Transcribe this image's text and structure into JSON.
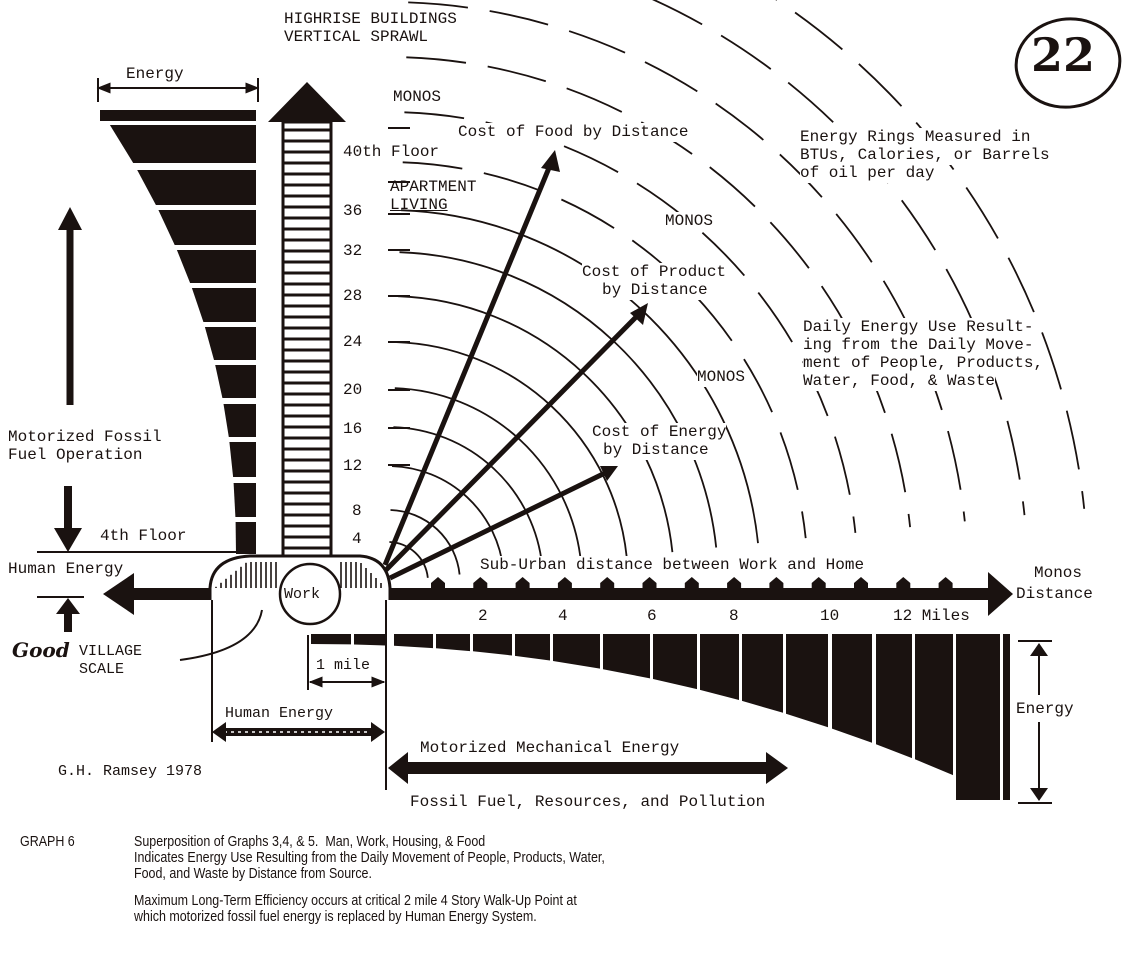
{
  "page_number": "22",
  "highrise": {
    "title_line1": "HIGHRISE BUILDINGS",
    "title_line2": "VERTICAL SPRAWL",
    "monos_top": "MONOS",
    "floor_top": "40th Floor",
    "apartment_line1": "APARTMENT",
    "apartment_line2": "LIVING",
    "floor_labels": [
      "36",
      "32",
      "28",
      "24",
      "20",
      "16",
      "12",
      "8",
      "4"
    ],
    "fourth_floor": "4th Floor"
  },
  "left_panel": {
    "energy_label": "Energy",
    "motorized_line1": "Motorized Fossil",
    "motorized_line2": "Fuel Operation",
    "human_energy": "Human Energy",
    "handwritten_word": "Good",
    "village_line1": "VILLAGE",
    "village_line2": "SCALE"
  },
  "rays": {
    "food": "Cost of Food by Distance",
    "product_line1": "Cost of Product",
    "product_line2": "by Distance",
    "energy_line1": "Cost of Energy",
    "energy_line2": "by Distance",
    "monos_mid": "MONOS",
    "monos_low": "MONOS"
  },
  "rings_note": {
    "line1": "Energy Rings Measured in",
    "line2": "BTUs, Calories, or Barrels",
    "line3": "of oil per day"
  },
  "daily_note": {
    "line1": "Daily Energy Use Result-",
    "line2": "ing from the Daily Move-",
    "line3": "ment of People, Products,",
    "line4": "Water, Food, & Waste"
  },
  "axis": {
    "suburban_label": "Sub-Urban distance between Work and Home",
    "work_label": "Work",
    "monos_distance_line1": "Monos",
    "monos_distance_line2": "Distance",
    "tick_labels": [
      "2",
      "4",
      "6",
      "8",
      "10",
      "12 Miles"
    ],
    "house_count": 13
  },
  "bottom": {
    "one_mile": "1 mile",
    "human_energy": "Human Energy",
    "motorized_mechanical": "Motorized Mechanical Energy",
    "fossil_fuel": "Fossil Fuel, Resources, and Pollution",
    "energy_label": "Energy",
    "author": "G.H. Ramsey 1978"
  },
  "caption": {
    "label": "GRAPH 6",
    "line1": "Superposition of Graphs 3,4, & 5.  Man, Work, Housing, & Food",
    "line2": "Indicates Energy Use Resulting from the Daily Movement of People, Products, Water,",
    "line3": "Food, and Waste by Distance from Source.",
    "line4": "Maximum Long-Term Efficiency occurs at critical 2 mile 4 Story Walk-Up Point at",
    "line5": "which motorized fossil fuel energy is replaced by Human Energy System."
  },
  "colors": {
    "ink": "#1a1210",
    "paper": "#ffffff"
  }
}
